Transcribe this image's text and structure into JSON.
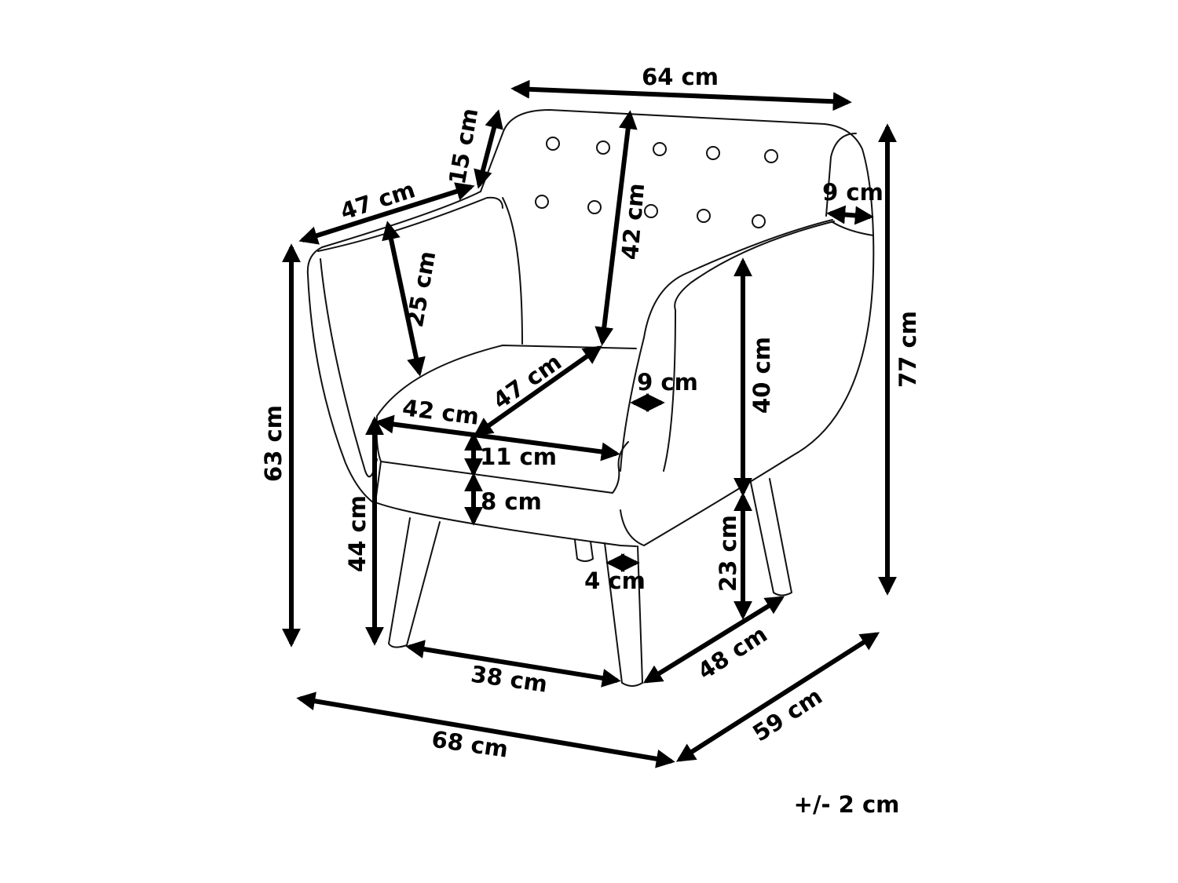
{
  "dimensions": {
    "backrest_width": "64 cm",
    "back_top_depth": "15 cm",
    "arm_length": "47 cm",
    "back_height": "42 cm",
    "back_side_thickness": "9 cm",
    "total_height": "77 cm",
    "arm_height": "63 cm",
    "inner_arm_height": "25 cm",
    "seat_depth": "47 cm",
    "arm_thickness": "9 cm",
    "seat_width": "42 cm",
    "cushion_thickness": "11 cm",
    "base_thickness": "8 cm",
    "seat_to_arm_height": "40 cm",
    "seat_height": "44 cm",
    "leg_height": "23 cm",
    "leg_thickness": "4 cm",
    "front_leg_span": "38 cm",
    "side_leg_span": "48 cm",
    "overall_width": "68 cm",
    "overall_depth": "59 cm"
  },
  "tolerance": "+/- 2 cm"
}
